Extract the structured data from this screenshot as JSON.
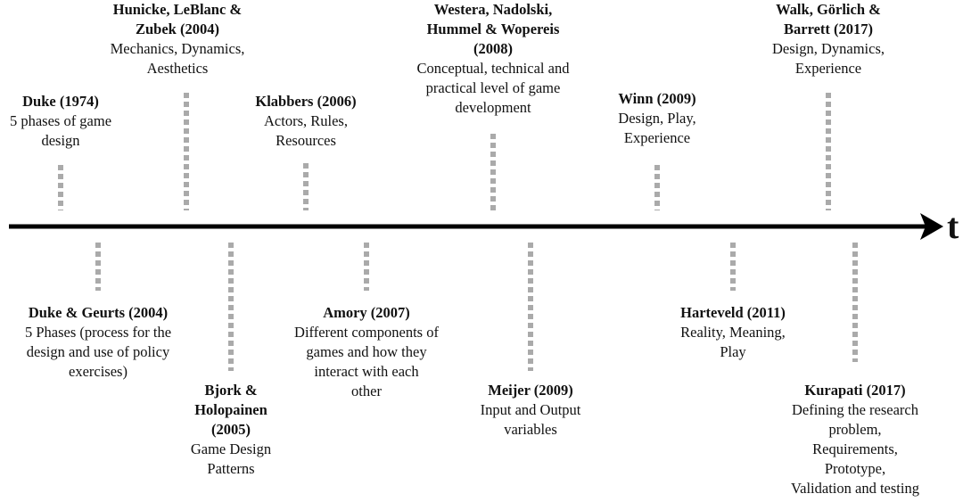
{
  "axis_label": "t",
  "colors": {
    "axis": "#000000",
    "connector": "#aaaaaa",
    "text": "#111111"
  },
  "entries": [
    {
      "id": "duke-1974",
      "side": "above",
      "author": [
        "Duke (1974)"
      ],
      "desc": [
        "5 phases of game",
        "design"
      ]
    },
    {
      "id": "hunicke-2004",
      "side": "above",
      "author": [
        "Hunicke, LeBlanc &",
        "Zubek (2004)"
      ],
      "desc": [
        "Mechanics, Dynamics,",
        "Aesthetics"
      ]
    },
    {
      "id": "klabbers-2006",
      "side": "above",
      "author": [
        "Klabbers (2006)"
      ],
      "desc": [
        "Actors, Rules,",
        "Resources"
      ]
    },
    {
      "id": "westera-2008",
      "side": "above",
      "author": [
        "Westera, Nadolski,",
        "Hummel & Wopereis",
        "(2008)"
      ],
      "desc": [
        "Conceptual, technical and",
        "practical level of game",
        "development"
      ]
    },
    {
      "id": "winn-2009",
      "side": "above",
      "author": [
        "Winn (2009)"
      ],
      "desc": [
        "Design, Play,",
        "Experience"
      ]
    },
    {
      "id": "walk-2017",
      "side": "above",
      "author": [
        "Walk, Görlich &",
        "Barrett (2017)"
      ],
      "desc": [
        "Design, Dynamics,",
        "Experience"
      ]
    },
    {
      "id": "duke-geurts-2004",
      "side": "below",
      "author": [
        "Duke & Geurts (2004)"
      ],
      "desc": [
        "5 Phases (process for the",
        "design and use of policy",
        "exercises)"
      ]
    },
    {
      "id": "bjork-2005",
      "side": "below",
      "author": [
        "Bjork &",
        "Holopainen",
        "(2005)"
      ],
      "desc": [
        "Game Design",
        "Patterns"
      ]
    },
    {
      "id": "amory-2007",
      "side": "below",
      "author": [
        "Amory (2007)"
      ],
      "desc": [
        "Different components of",
        "games and how they",
        "interact with each",
        "other"
      ]
    },
    {
      "id": "meijer-2009",
      "side": "below",
      "author": [
        "Meijer (2009)"
      ],
      "desc": [
        "Input and Output",
        "variables"
      ]
    },
    {
      "id": "harteveld-2011",
      "side": "below",
      "author": [
        "Harteveld (2011)"
      ],
      "desc": [
        "Reality, Meaning,",
        "Play"
      ]
    },
    {
      "id": "kurapati-2017",
      "side": "below",
      "author": [
        "Kurapati (2017)"
      ],
      "desc": [
        "Defining the research",
        "problem,",
        "Requirements,",
        "Prototype,",
        "Validation and testing"
      ]
    }
  ]
}
